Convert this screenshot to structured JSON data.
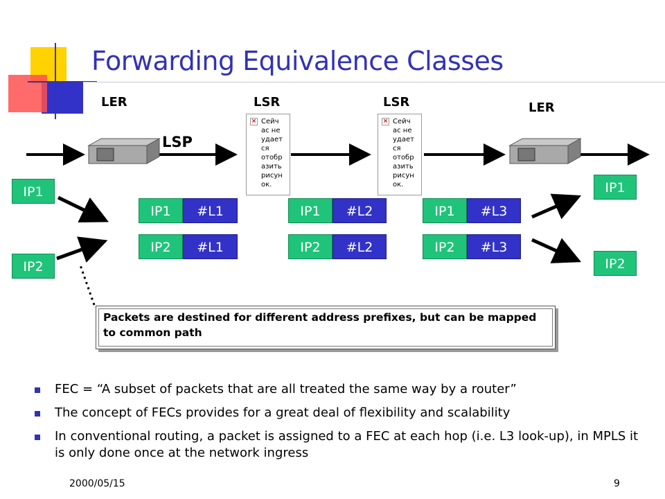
{
  "slide": {
    "title": "Forwarding Equivalence Classes",
    "footer_date": "2000/05/15",
    "page_number": "9"
  },
  "nodes": {
    "ler_left": "LER",
    "lsr_1": "LSR",
    "lsr_2": "LSR",
    "ler_right": "LER",
    "path_label": "LSP"
  },
  "missing_image_text": "Сейч\nас не\nудает\nся\nотобр\nазить\nрисун\nок.",
  "ingress": {
    "packet_1": "IP1",
    "packet_2": "IP2"
  },
  "egress": {
    "packet_1": "IP1",
    "packet_2": "IP2"
  },
  "label_tables": [
    {
      "rows": [
        {
          "packet": "IP1",
          "label": "#L1"
        },
        {
          "packet": "IP2",
          "label": "#L1"
        }
      ]
    },
    {
      "rows": [
        {
          "packet": "IP1",
          "label": "#L2"
        },
        {
          "packet": "IP2",
          "label": "#L2"
        }
      ]
    },
    {
      "rows": [
        {
          "packet": "IP1",
          "label": "#L3"
        },
        {
          "packet": "IP2",
          "label": "#L3"
        }
      ]
    }
  ],
  "callout": "Packets are destined for different address prefixes, but can be mapped to common path",
  "bullets": [
    "FEC = “A subset of packets that are all treated the same way by a router”",
    "The concept of FECs provides for a great deal of flexibility and scalability",
    "In conventional routing, a packet is assigned to a FEC at each hop (i.e. L3 look-up), in MPLS it is only done once at the network ingress"
  ],
  "colors": {
    "title": "#3232b4",
    "packet_box": "#1fc47a",
    "label_box": "#3232c8",
    "bullet": "#3232b4"
  }
}
